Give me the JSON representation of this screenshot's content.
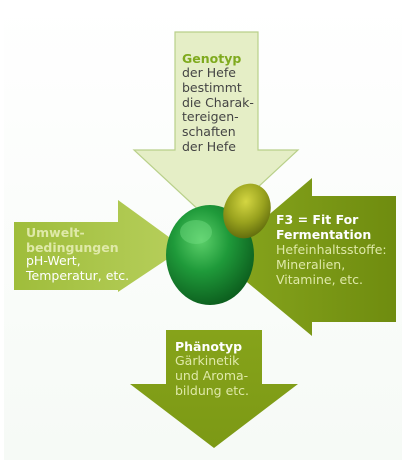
{
  "genotyp": {
    "title": "Genotyp",
    "lines": [
      "der Hefe",
      "bestimmt",
      "die Charak-",
      "tereigen-",
      "schaften",
      "der Hefe"
    ]
  },
  "umwelt": {
    "title_lines": [
      "Umwelt-",
      "bedingungen"
    ],
    "lines": [
      "pH-Wert,",
      "Temperatur, etc."
    ]
  },
  "f3": {
    "title_lines": [
      "F3 = Fit For",
      "Fermentation"
    ],
    "lines": [
      "Hefeinhaltsstoffe:",
      "Mineralien,",
      "Vitamine, etc."
    ]
  },
  "phaenotyp": {
    "title": "Phänotyp",
    "lines": [
      "Gärkinetik",
      "und Aroma-",
      "bildung etc."
    ]
  },
  "colors": {
    "arrow_light": "#e3edc2",
    "arrow_light_stroke": "#b9d08a",
    "arrow_mid": "#a9c24a",
    "arrow_dark": "#7d9a16",
    "yeast_dark": "#127a28",
    "yeast_bright": "#3fb44e",
    "bud_olive": "#8f961a"
  }
}
